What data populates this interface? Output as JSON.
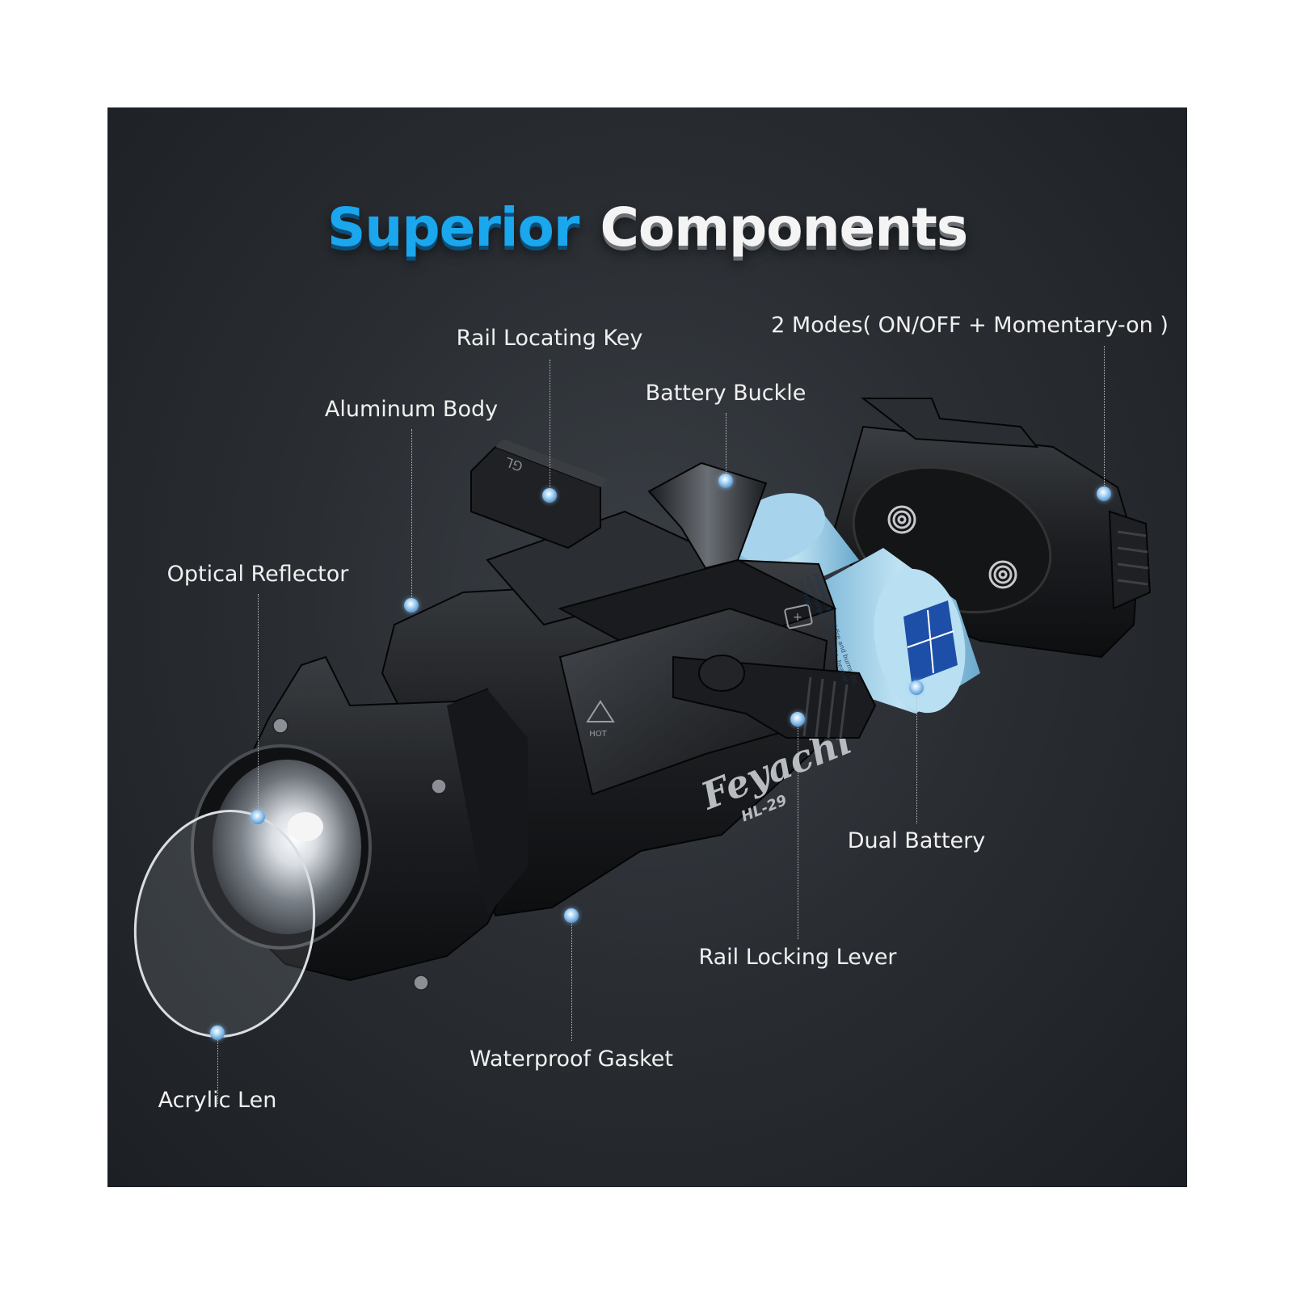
{
  "title": {
    "part1": "Superior",
    "part2": "Components"
  },
  "product": {
    "brand": "Feyachi",
    "model": "HL-29",
    "rail_mark": "GL",
    "hot_mark": "HOT"
  },
  "callouts": {
    "rail_locating_key": "Rail Locating Key",
    "two_modes": "2 Modes( ON/OFF + Momentary-on )",
    "aluminum_body": "Aluminum Body",
    "battery_buckle": "Battery Buckle",
    "optical_reflector": "Optical Reflector",
    "dual_battery": "Dual Battery",
    "rail_locking_lever": "Rail Locking Lever",
    "waterproof_gasket": "Waterproof Gasket",
    "acrylic_len": "Acrylic Len"
  },
  "battery": {
    "warning": "WARNING: Risk of fire and burns. Do not recharge, disassemble, heat or incinerate."
  },
  "colors": {
    "accent": "#1aa7ee",
    "background": "#2a2e33",
    "dot": "#8fc3ef"
  }
}
